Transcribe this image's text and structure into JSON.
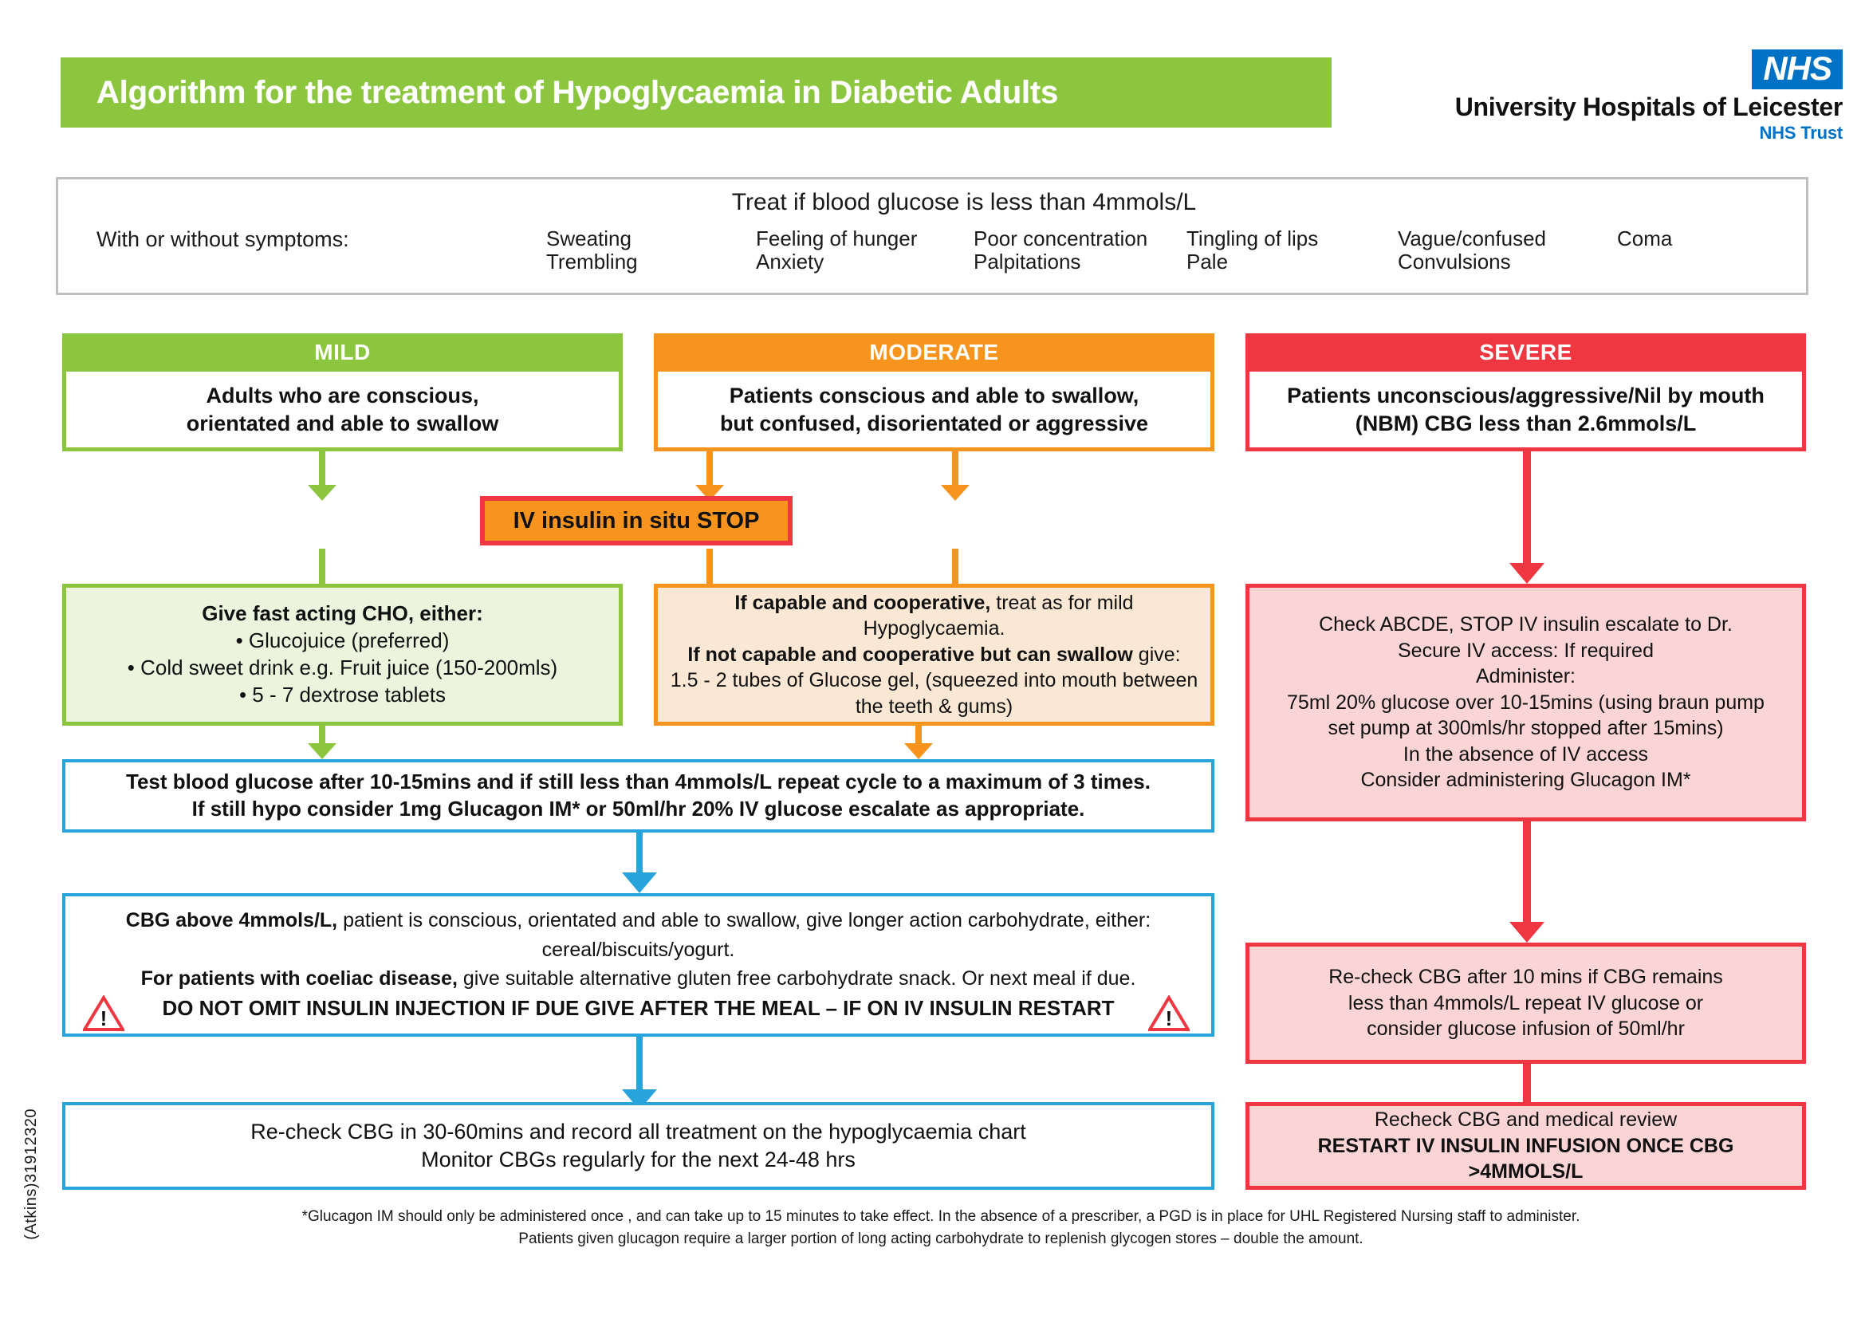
{
  "header": {
    "title": "Algorithm for the treatment of Hypoglycaemia in Diabetic Adults",
    "nhs_logo": "NHS",
    "trust_name": "University Hospitals of Leicester",
    "trust_sub": "NHS Trust",
    "band_color": "#8CC63E",
    "nhs_blue": "#0072C6"
  },
  "symptoms": {
    "title": "Treat if blood glucose is less than 4mmols/L",
    "label": "With or without symptoms:",
    "columns": [
      {
        "row1": "Sweating",
        "row2": "Trembling"
      },
      {
        "row1": "Feeling of hunger",
        "row2": "Anxiety"
      },
      {
        "row1": "Poor concentration",
        "row2": "Palpitations"
      },
      {
        "row1": "Tingling of lips",
        "row2": "Pale"
      },
      {
        "row1": "Vague/confused",
        "row2": "Convulsions"
      },
      {
        "row1": "Coma",
        "row2": ""
      }
    ]
  },
  "columns": {
    "mild": {
      "header": "MILD",
      "accent": "#8CC63E",
      "definition_line1": "Adults who are conscious,",
      "definition_line2": "orientated and able to swallow",
      "treatment": {
        "title": "Give fast acting CHO, either:",
        "items": [
          "• Glucojuice (preferred)",
          "• Cold sweet drink e.g. Fruit juice (150-200mls)",
          "• 5 - 7 dextrose tablets"
        ]
      }
    },
    "moderate": {
      "header": "MODERATE",
      "accent": "#F7941E",
      "definition_line1": "Patients conscious and able to swallow,",
      "definition_line2": "but confused, disorientated or aggressive",
      "treatment": {
        "line1_bold": "If capable and cooperative,",
        "line1_rest": " treat as for mild Hypoglycaemia.",
        "line2_bold": "If not capable and cooperative but can swallow",
        "line2_rest": " give:",
        "line3": "1.5 - 2 tubes of Glucose gel, (squeezed into mouth between",
        "line4": "the teeth & gums)"
      }
    },
    "severe": {
      "header": "SEVERE",
      "accent": "#EF3742",
      "definition_line1": "Patients unconscious/aggressive/Nil by mouth",
      "definition_line2": "(NBM) CBG less than 2.6mmols/L",
      "step1": [
        "Check ABCDE, STOP IV insulin escalate to Dr.",
        "Secure IV access: If required",
        "Administer:",
        "75ml 20% glucose over 10-15mins (using braun pump",
        "set pump at 300mls/hr stopped after 15mins)",
        "In the absence of IV access",
        "Consider administering Glucagon IM*"
      ],
      "step2": [
        "Re-check CBG after 10 mins if CBG remains",
        "less than 4mmols/L repeat IV glucose or",
        "consider glucose infusion of 50ml/hr"
      ],
      "step3_normal": "Recheck CBG and medical review",
      "step3_bold": "RESTART IV INSULIN INFUSION ONCE CBG >4MMOLS/L"
    }
  },
  "stop_box": {
    "label": "IV insulin in situ STOP",
    "fill": "#F7941E",
    "border": "#EF3742"
  },
  "shared_steps": {
    "accent": "#29A3DC",
    "test_glucose": {
      "line1": "Test blood glucose after 10-15mins and if still less than 4mmols/L repeat cycle to a maximum of 3 times.",
      "line2": "If still hypo consider 1mg Glucagon IM* or 50ml/hr 20% IV glucose escalate as appropriate."
    },
    "cbg_above": {
      "line1_bold": "CBG above 4mmols/L,",
      "line1_rest": " patient is conscious, orientated and able to swallow, give longer action carbohydrate, either:",
      "line2": "cereal/biscuits/yogurt.",
      "line3_bold": "For patients with coeliac disease,",
      "line3_rest": " give suitable alternative gluten free carbohydrate snack. Or next meal if due.",
      "warning": "DO NOT OMIT INSULIN INJECTION IF DUE GIVE AFTER THE MEAL – IF ON IV INSULIN RESTART"
    },
    "recheck": {
      "line1": "Re-check CBG in 30-60mins and record all treatment on the  hypoglycaemia chart",
      "line2": "Monitor CBGs regularly for the next 24-48 hrs"
    }
  },
  "footer": {
    "line1": "*Glucagon IM should only be administered once , and can take up to 15 minutes to take effect. In the absence of a prescriber, a PGD is in place for UHL Registered Nursing staff to administer.",
    "line2": "Patients given glucagon require a larger portion of long acting carbohydrate to replenish glycogen stores – double the amount."
  },
  "side_code": "(Atkins)31912320"
}
